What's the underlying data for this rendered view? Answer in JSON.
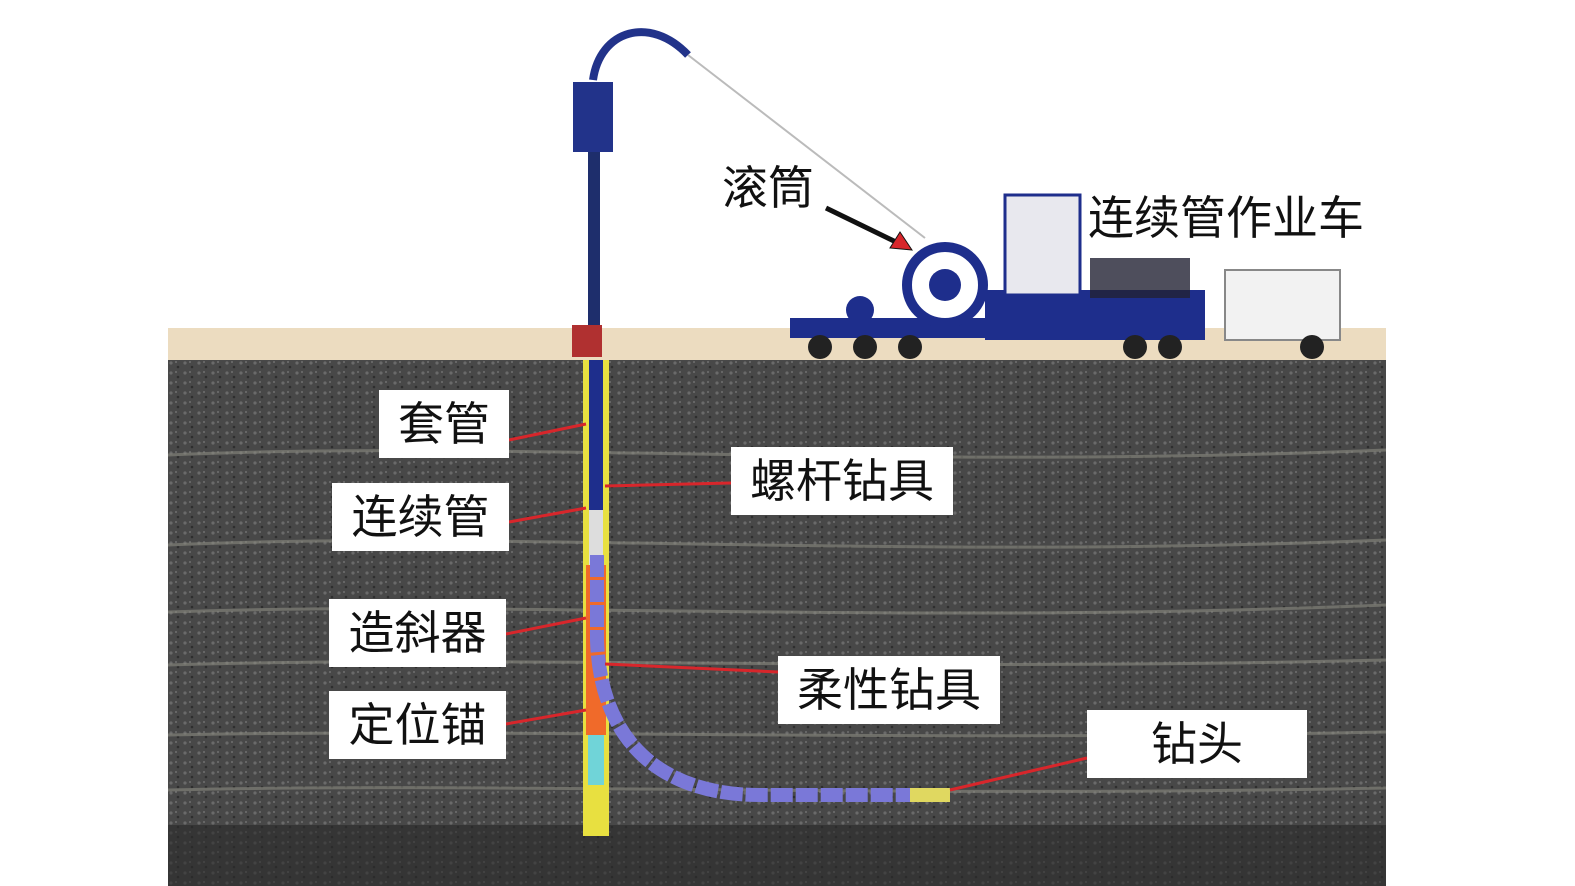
{
  "labels": {
    "casing": "套管",
    "coiled_tubing": "连续管",
    "whipstock": "造斜器",
    "anchor": "定位锚",
    "screw_drill": "螺杆钻具",
    "flexible_drill": "柔性钻具",
    "drill_bit": "钻头",
    "reel": "滚筒",
    "ct_unit_truck": "连续管作业车"
  },
  "colors": {
    "leader_line": "#d8262b",
    "sand": "#ecdcc0",
    "rock": "#4a4a4a",
    "casing": "#e8e040",
    "tubing": "#1e2e8c",
    "flexible": "#7a78d8",
    "whipstock": "#f06a2a",
    "anchor": "#70d4d8"
  }
}
